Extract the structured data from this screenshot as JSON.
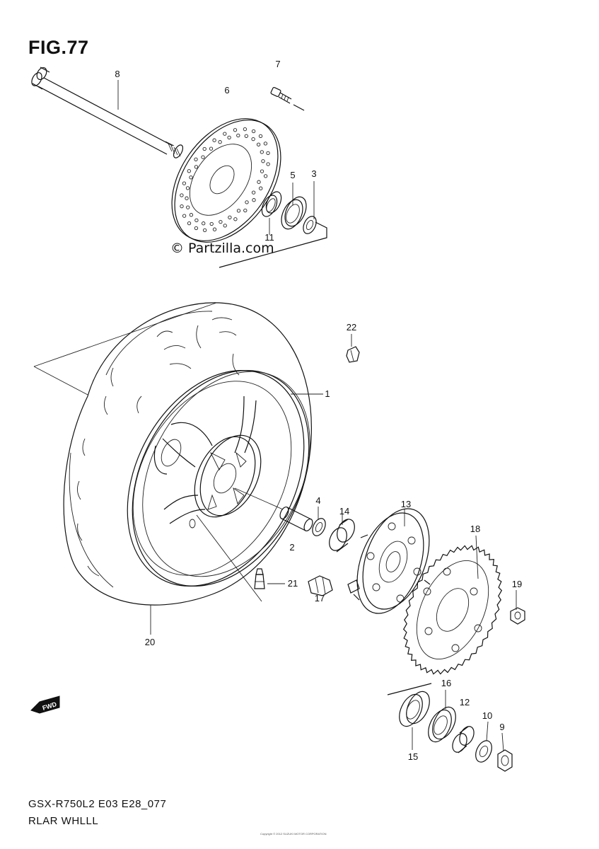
{
  "figure": {
    "title": "FIG.77",
    "watermark": "© Partzilla.com",
    "model_code": "GSX-R750L2 E03 E28_077",
    "section_name": "RLAR WHLLL",
    "small_print": "Copyright © 2012 SUZUKI MOTOR CORPORATION"
  },
  "fwd_marker": "FWD",
  "callouts": [
    {
      "number": "1",
      "part": "rear-wheel"
    },
    {
      "number": "2",
      "part": "spacer"
    },
    {
      "number": "3",
      "part": "oil-seal"
    },
    {
      "number": "4",
      "part": "oil-seal"
    },
    {
      "number": "5",
      "part": "bearing"
    },
    {
      "number": "6",
      "part": "brake-disc"
    },
    {
      "number": "7",
      "part": "disc-bolt"
    },
    {
      "number": "8",
      "part": "rear-axle"
    },
    {
      "number": "9",
      "part": "axle-nut"
    },
    {
      "number": "10",
      "part": "washer"
    },
    {
      "number": "11",
      "part": "bearing"
    },
    {
      "number": "12",
      "part": "spacer"
    },
    {
      "number": "13",
      "part": "sprocket-mounting-drum"
    },
    {
      "number": "14",
      "part": "bearing"
    },
    {
      "number": "15",
      "part": "oil-seal"
    },
    {
      "number": "16",
      "part": "bearing"
    },
    {
      "number": "17",
      "part": "cushion"
    },
    {
      "number": "18",
      "part": "rear-sprocket"
    },
    {
      "number": "19",
      "part": "sprocket-nut"
    },
    {
      "number": "20",
      "part": "tire"
    },
    {
      "number": "21",
      "part": "valve"
    },
    {
      "number": "22",
      "part": "balancer-weight"
    }
  ]
}
